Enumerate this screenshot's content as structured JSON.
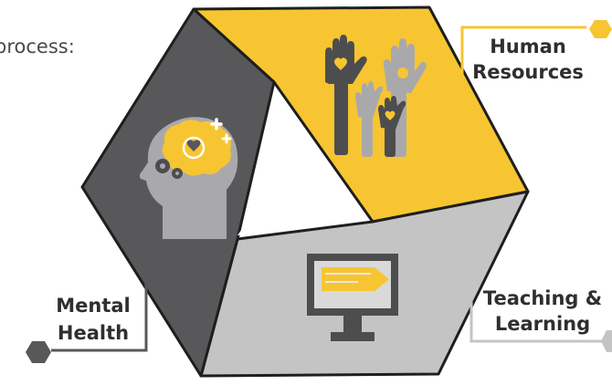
{
  "intro_text": "process:",
  "segments": [
    {
      "id": "human-resources",
      "label_lines": [
        "Human",
        "Resources"
      ],
      "color": "#f7c531",
      "icon": "raised-hands-icon"
    },
    {
      "id": "teaching-learning",
      "label_lines": [
        "Teaching &",
        "Learning"
      ],
      "color": "#c4c4c4",
      "icon": "monitor-icon"
    },
    {
      "id": "mental-health",
      "label_lines": [
        "Mental",
        "Health"
      ],
      "color": "#58585a",
      "icon": "brain-head-icon"
    }
  ],
  "colors": {
    "yellow": "#f7c531",
    "dark_gray": "#58585a",
    "light_gray": "#c4c4c4",
    "outline": "#1e1e1e",
    "icon_dark": "#4d4d4f",
    "icon_light": "#a9a9ab"
  }
}
